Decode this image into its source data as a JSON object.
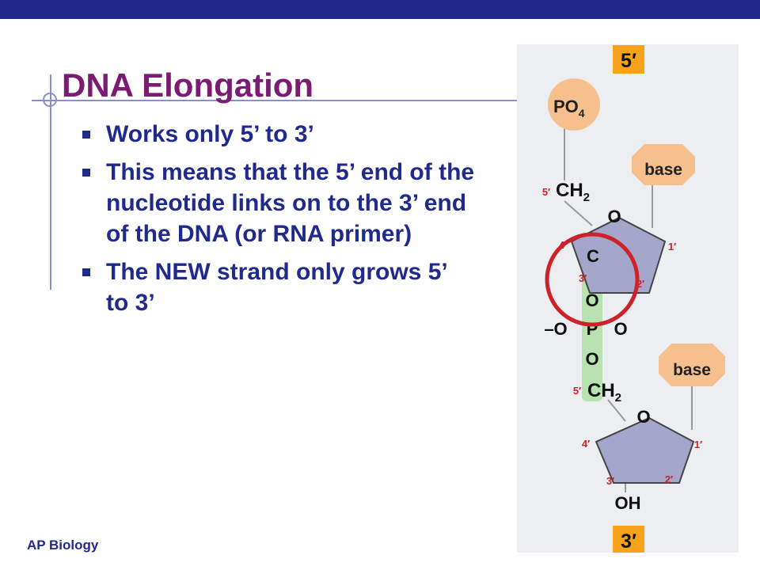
{
  "slide": {
    "title": "DNA Elongation",
    "bullets": [
      "Works only 5’ to 3’",
      "This means that the 5’ end of the nucleotide links on to the 3’ end of the DNA (or RNA primer)",
      "The NEW strand only grows 5’ to 3’"
    ],
    "footer": "AP Biology"
  },
  "diagram": {
    "top_label": "5′",
    "bottom_label": "3′",
    "phosphate_prefix": "PO",
    "phosphate_sub": "4",
    "base_label_top": "base",
    "base_label_bottom": "base",
    "ch2_prefix": "CH",
    "ch2_sub": "2",
    "o_label": "O",
    "c_label": "C",
    "p_label": "P",
    "neg_o_label": "–O",
    "oh_label": "OH",
    "carbon_1": "1′",
    "carbon_2": "2′",
    "carbon_3": "3′",
    "carbon_4": "4′",
    "carbon_5": "5′"
  },
  "colors": {
    "title": "#7a1c73",
    "text": "#1f2a8c",
    "accent_red": "#cc2229",
    "badge_orange": "#f7a21b",
    "sugar": "#a4a7cb",
    "base": "#f5c08e",
    "panel": "#eceef2",
    "bond_highlight": "#b8e3b0"
  }
}
